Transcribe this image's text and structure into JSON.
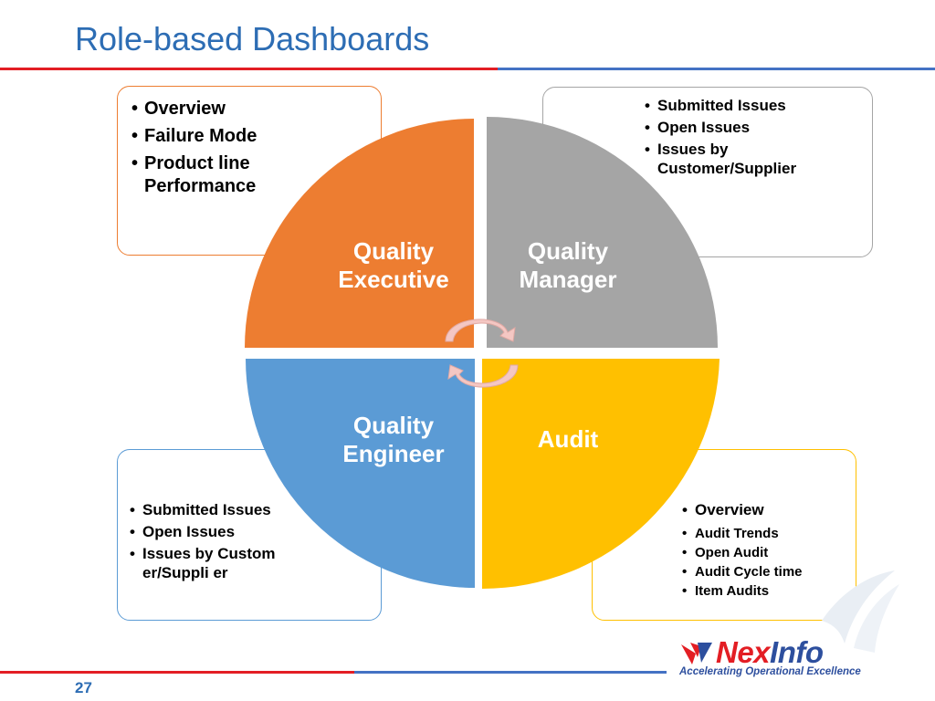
{
  "slide": {
    "title": "Role-based Dashboards",
    "page_number": "27"
  },
  "quadrants": {
    "executive": {
      "label": "Quality\nExecutive",
      "color": "#ed7d31",
      "items": [
        "Overview",
        "Failure Mode",
        "Product line Performance"
      ]
    },
    "manager": {
      "label": "Quality\nManager",
      "color": "#a5a5a5",
      "items": [
        "Submitted Issues",
        "Open Issues",
        "Issues by Customer/Supplier"
      ]
    },
    "engineer": {
      "label": "Quality\nEngineer",
      "color": "#5b9bd5",
      "items": [
        "Submitted Issues",
        "Open Issues",
        "Issues by Customer/Suppli er"
      ]
    },
    "audit": {
      "label": "Audit",
      "color": "#ffc000",
      "items": [
        "Overview",
        "Audit Trends",
        "Open Audit",
        "Audit Cycle time",
        "Item Audits"
      ]
    }
  },
  "logo": {
    "name_part1": "Nex",
    "name_part2": "Info",
    "tagline": "Accelerating Operational Excellence"
  },
  "colors": {
    "accent_red": "#e31e24",
    "accent_blue": "#2d6db4",
    "cycle_arrow": "#f4c7c3"
  }
}
